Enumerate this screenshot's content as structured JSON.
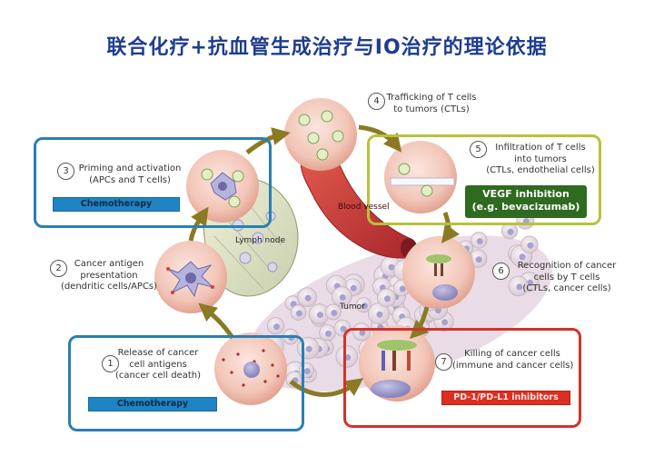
{
  "title": "联合化疗+抗血管生成治疗与IO治疗的理论依据",
  "steps": [
    {
      "num": "1",
      "lines": [
        "Release of cancer",
        "cell antigens",
        "(cancer cell death)"
      ],
      "tag": "Chemotherapy"
    },
    {
      "num": "2",
      "lines": [
        "Cancer antigen",
        "presentation",
        "(dendritic cells/APCs)"
      ]
    },
    {
      "num": "3",
      "lines": [
        "Priming and activation",
        "(APCs and T cells)"
      ],
      "tag": "Chemotherapy"
    },
    {
      "num": "4",
      "lines": [
        "Trafficking of T cells",
        "to tumors  (CTLs)"
      ]
    },
    {
      "num": "5",
      "lines": [
        "Infiltration of T cells",
        "into tumors",
        "(CTLs, endothelial cells)"
      ],
      "tag_lines": [
        "VEGF inhibition",
        "(e.g. bevacizumab)"
      ]
    },
    {
      "num": "6",
      "lines": [
        "Recognition of cancer",
        "cells by T cells",
        "(CTLs, cancer cells)"
      ]
    },
    {
      "num": "7",
      "lines": [
        "Killing of cancer cells",
        "(immune and cancer cells)"
      ],
      "tag": "PD-1/PD-L1 inhibitors"
    }
  ],
  "labels": {
    "lymph_node": "Lymph node",
    "blood_vessel": "Blood vessel",
    "tumor": "Tumor"
  },
  "colors": {
    "title": "#1d3d8f",
    "blue_box": "#2a7fb3",
    "olive_box": "#b6c23a",
    "red_box": "#d2332b",
    "arrow": "#8a7a24",
    "cell_fill": "#f2c9bd"
  }
}
